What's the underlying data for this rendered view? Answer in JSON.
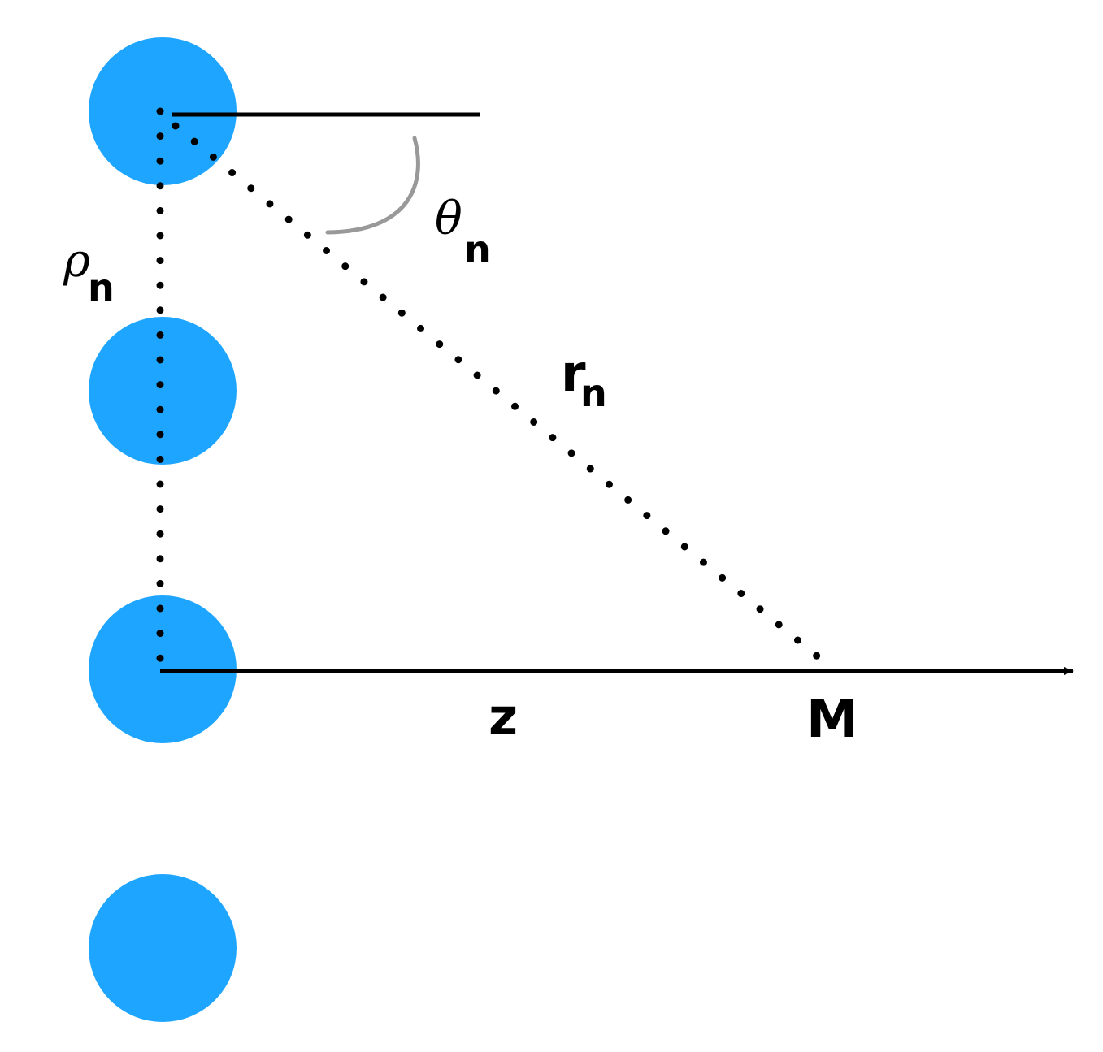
{
  "labels": {
    "rho": "ρ",
    "rho_sub": "n",
    "theta": "θ",
    "theta_sub": "n",
    "r": "r",
    "r_sub": "n",
    "z": "z",
    "m": "M"
  },
  "colors": {
    "particle": "#1ea5ff",
    "line": "#000000",
    "angle_arc": "#999999"
  }
}
